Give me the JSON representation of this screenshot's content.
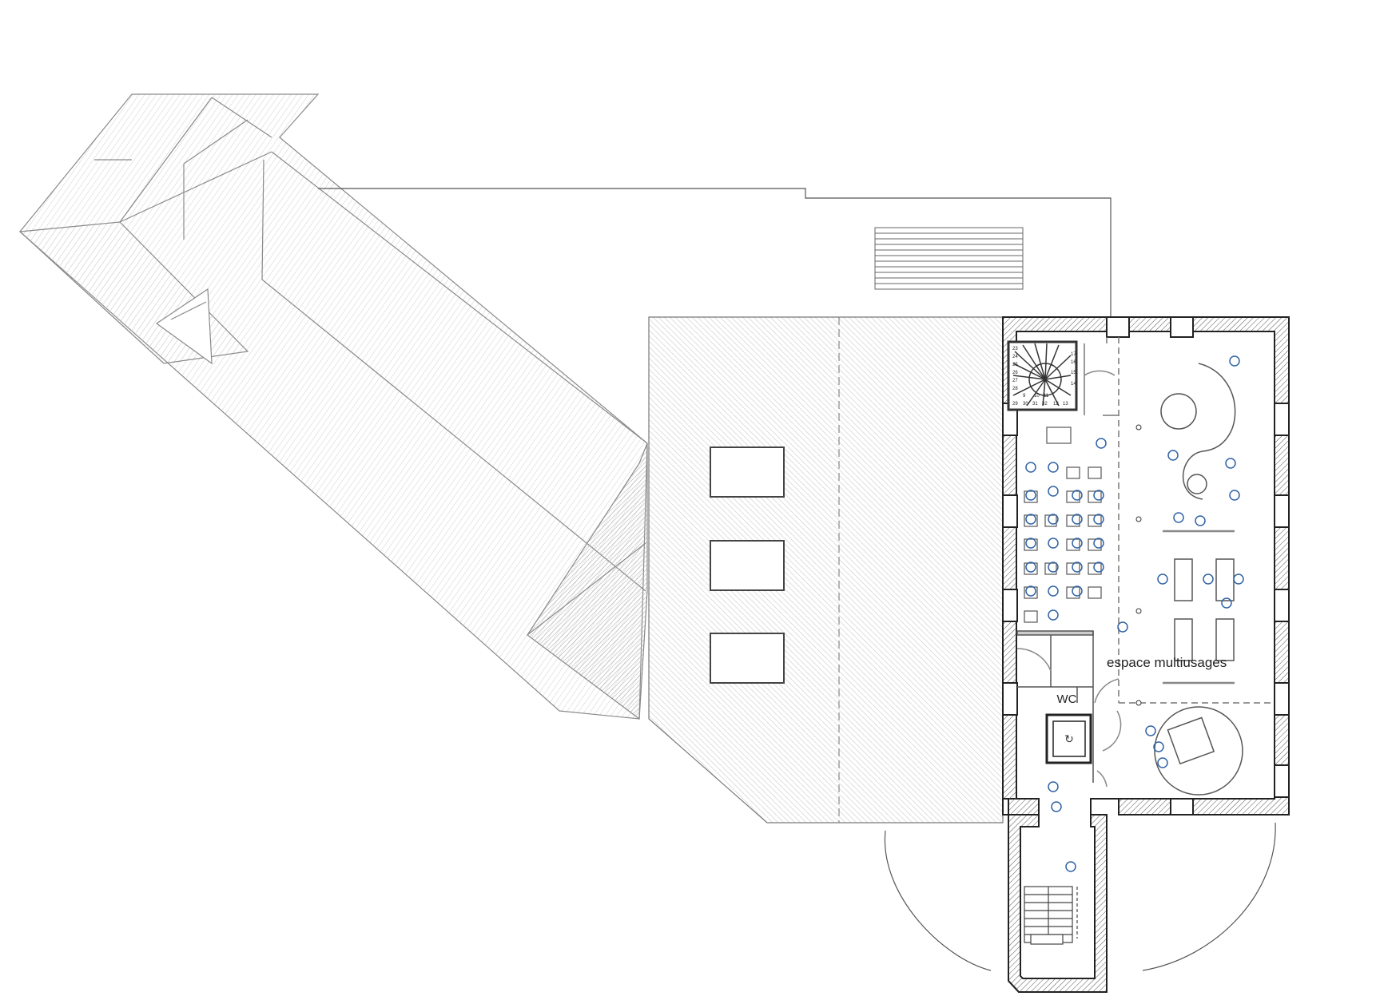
{
  "plan": {
    "rooms": {
      "multipurpose": "espace multiusages",
      "toilets": "WC"
    },
    "stair_steps_spiral": [
      "23",
      "24",
      "25",
      "26",
      "27",
      "28",
      "29",
      "30",
      "31",
      "32",
      "17",
      "16",
      "15",
      "14",
      "13",
      "12",
      "11",
      "10",
      "9"
    ],
    "colors": {
      "line": "#333333",
      "light_line": "#9a9a9a",
      "hatch": "#bdbdbd",
      "figures": "#2f62a6",
      "wall_fill": "#e6e6e6"
    }
  }
}
